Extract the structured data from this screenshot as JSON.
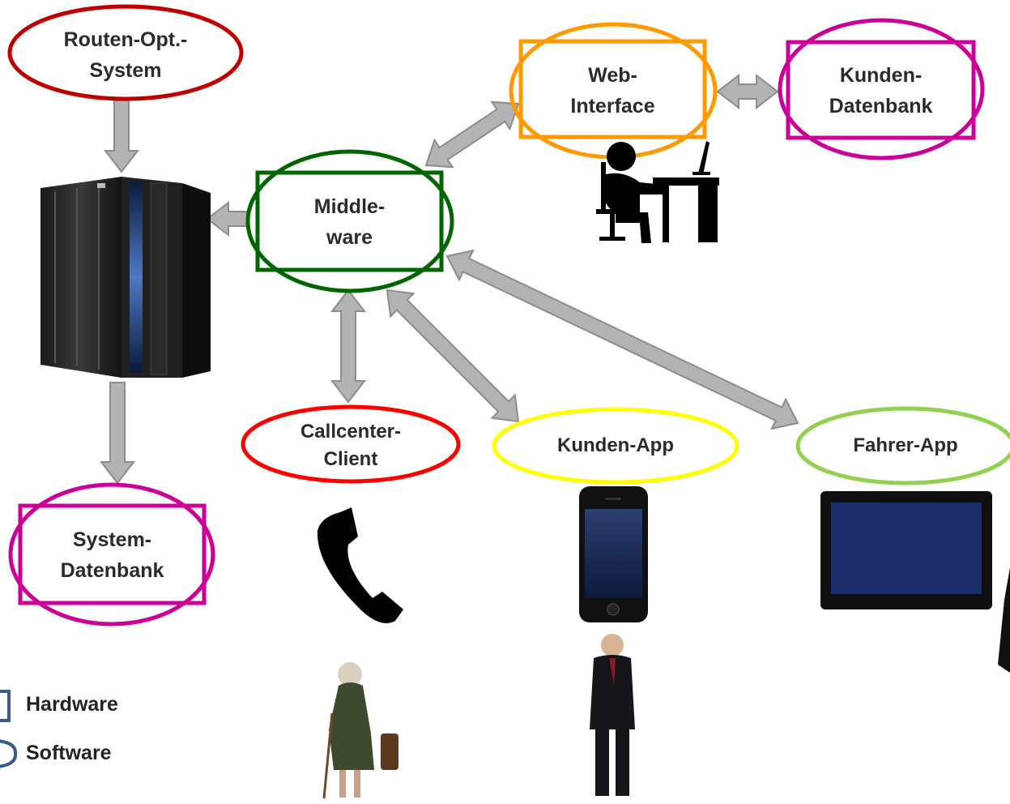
{
  "nodes": {
    "routen": {
      "line1": "Routen-Opt.-",
      "line2": "System",
      "kind": "software",
      "color": "#c00000"
    },
    "web": {
      "line1": "Web-",
      "line2": "Interface",
      "kind": "hardware+software",
      "color": "#ff9900"
    },
    "kunden_db": {
      "line1": "Kunden-",
      "line2": "Datenbank",
      "kind": "hardware+software",
      "color": "#cc0099"
    },
    "middleware": {
      "line1": "Middle-",
      "line2": "ware",
      "kind": "hardware+software",
      "color": "#006600"
    },
    "callcenter": {
      "line1": "Callcenter-",
      "line2": "Client",
      "kind": "software",
      "color": "#ff0000"
    },
    "kunden_app": {
      "label": "Kunden-App",
      "kind": "software",
      "color": "#ffff00"
    },
    "fahrer_app": {
      "label": "Fahrer-App",
      "kind": "software",
      "color": "#92d050"
    },
    "system_db": {
      "line1": "System-",
      "line2": "Datenbank",
      "kind": "hardware+software",
      "color": "#cc0099"
    }
  },
  "edges": [
    {
      "from": "routen",
      "to": "server",
      "direction": "one-way"
    },
    {
      "from": "middleware",
      "to": "server",
      "direction": "one-way"
    },
    {
      "from": "server",
      "to": "system_db",
      "direction": "one-way"
    },
    {
      "from": "middleware",
      "to": "web",
      "direction": "two-way"
    },
    {
      "from": "web",
      "to": "kunden_db",
      "direction": "two-way"
    },
    {
      "from": "middleware",
      "to": "callcenter",
      "direction": "two-way"
    },
    {
      "from": "middleware",
      "to": "kunden_app",
      "direction": "two-way"
    },
    {
      "from": "middleware",
      "to": "fahrer_app",
      "direction": "two-way"
    }
  ],
  "legend": {
    "hardware": "Hardware",
    "software": "Software",
    "color": "#3a5a8c"
  },
  "icons": [
    "server-icon",
    "desk-worker-icon",
    "phone-handset-icon",
    "smartphone-icon",
    "tablet-icon",
    "elderly-woman-icon",
    "businessman-icon"
  ],
  "colors": {
    "arrow_fill": "#b3b3b3",
    "arrow_stroke": "#8c8c8c"
  }
}
